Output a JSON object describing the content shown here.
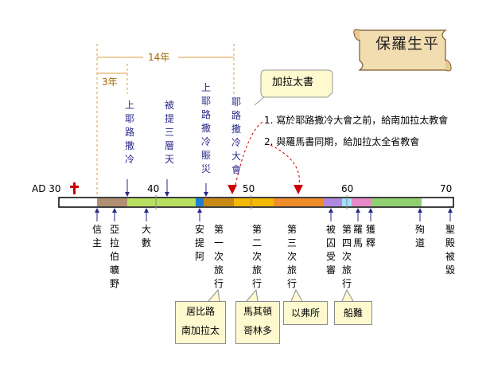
{
  "title": "保羅生平",
  "book_callout": "加拉太書",
  "notes": [
    "1. 寫於耶路撒冷大會之前，給南加拉太教會",
    "2. 與羅馬書同期，給加拉太全省教會"
  ],
  "spans": {
    "years14": "14年",
    "years3": "3年"
  },
  "axis_labels": {
    "ad30": "AD 30",
    "y40": "40",
    "y50": "50",
    "y60": "60",
    "y70": "70"
  },
  "top_events": {
    "jerusalem_visit": "上耶路撒冷",
    "third_heaven": "被提三層天",
    "famine_relief": "上耶路撒冷賑災",
    "council": "耶路撒冷大會"
  },
  "bottom_events": {
    "conversion": "信主",
    "arabia": "亞拉伯曠野",
    "damascus": "大數",
    "antioch": "安提阿",
    "journey1": "第一次旅行",
    "journey2": "第二次旅行",
    "journey3": "第三次旅行",
    "imprisoned": "被囚受審",
    "journey4": "第四次旅行",
    "rome": "羅馬",
    "released": "獲釋",
    "martyred": "殉道",
    "temple": "聖殿被毀"
  },
  "callouts": {
    "j1": [
      "居比路",
      "南加拉太"
    ],
    "j2": [
      "馬其頓",
      "哥林多"
    ],
    "j3": "以弗所",
    "shipwreck": "船難"
  },
  "colors": {
    "timeline_border": "#000000",
    "accent_red": "#cc0000",
    "label_blue": "#2a2a8a",
    "span_gold": "#d9a040"
  }
}
